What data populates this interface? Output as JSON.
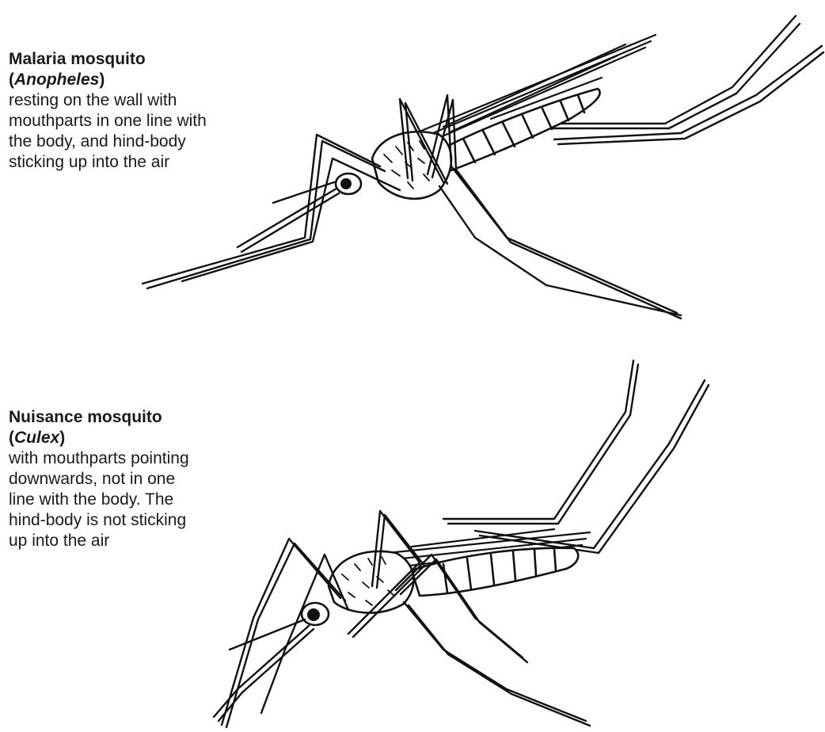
{
  "anopheles": {
    "title": "Malaria mosquito",
    "open_paren": "(",
    "genus": "Anopheles",
    "close_paren": ")",
    "description_lines": [
      "resting on the wall with",
      "mouthparts in one line with",
      "the body, and hind-body",
      "sticking up into the air"
    ]
  },
  "culex": {
    "title": "Nuisance mosquito",
    "open_paren": "(",
    "genus": "Culex",
    "close_paren": ")",
    "description_lines": [
      "with mouthparts pointing",
      "downwards, not in one",
      "line with the body. The",
      "hind-body is not sticking",
      "up into the air"
    ]
  },
  "ink_color": "#111111"
}
